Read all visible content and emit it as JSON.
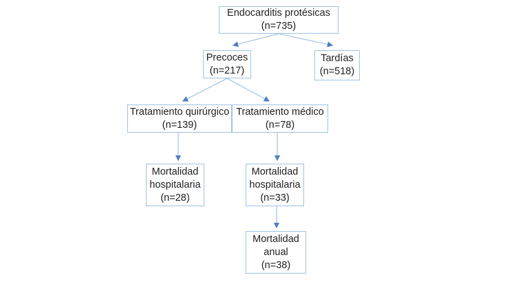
{
  "diagram": {
    "type": "flowchart",
    "language": "es",
    "colors": {
      "box_border": "#9DC3E6",
      "connector_line": "#A8C7E7",
      "arrowhead": "#4F80C4",
      "text": "#1f1f1f",
      "background": "#ffffff"
    },
    "nodes": {
      "root": {
        "label": "Endocarditis protésicas",
        "count": "(n=735)"
      },
      "precoces": {
        "label": "Precoces",
        "count": "(n=217)"
      },
      "tardias": {
        "label": "Tardías",
        "count": "(n=518)"
      },
      "quirurgico": {
        "label": "Tratamiento quirúrgico",
        "count": "(n=139)"
      },
      "medico": {
        "label": "Tratamiento médico",
        "count": "(n=78)"
      },
      "mortalidad_quirurgico": {
        "label": "Mortalidad hospitalaria",
        "count": "(n=28)"
      },
      "mortalidad_medico": {
        "label": "Mortalidad hospitalaria",
        "count": "(n=33)"
      },
      "mortalidad_anual": {
        "label": "Mortalidad anual",
        "count": "(n=38)"
      }
    },
    "edges": [
      {
        "from": "root",
        "to": "precoces"
      },
      {
        "from": "root",
        "to": "tardias"
      },
      {
        "from": "precoces",
        "to": "quirurgico"
      },
      {
        "from": "precoces",
        "to": "medico"
      },
      {
        "from": "quirurgico",
        "to": "mortalidad_quirurgico"
      },
      {
        "from": "medico",
        "to": "mortalidad_medico"
      },
      {
        "from": "mortalidad_medico",
        "to": "mortalidad_anual"
      }
    ]
  }
}
